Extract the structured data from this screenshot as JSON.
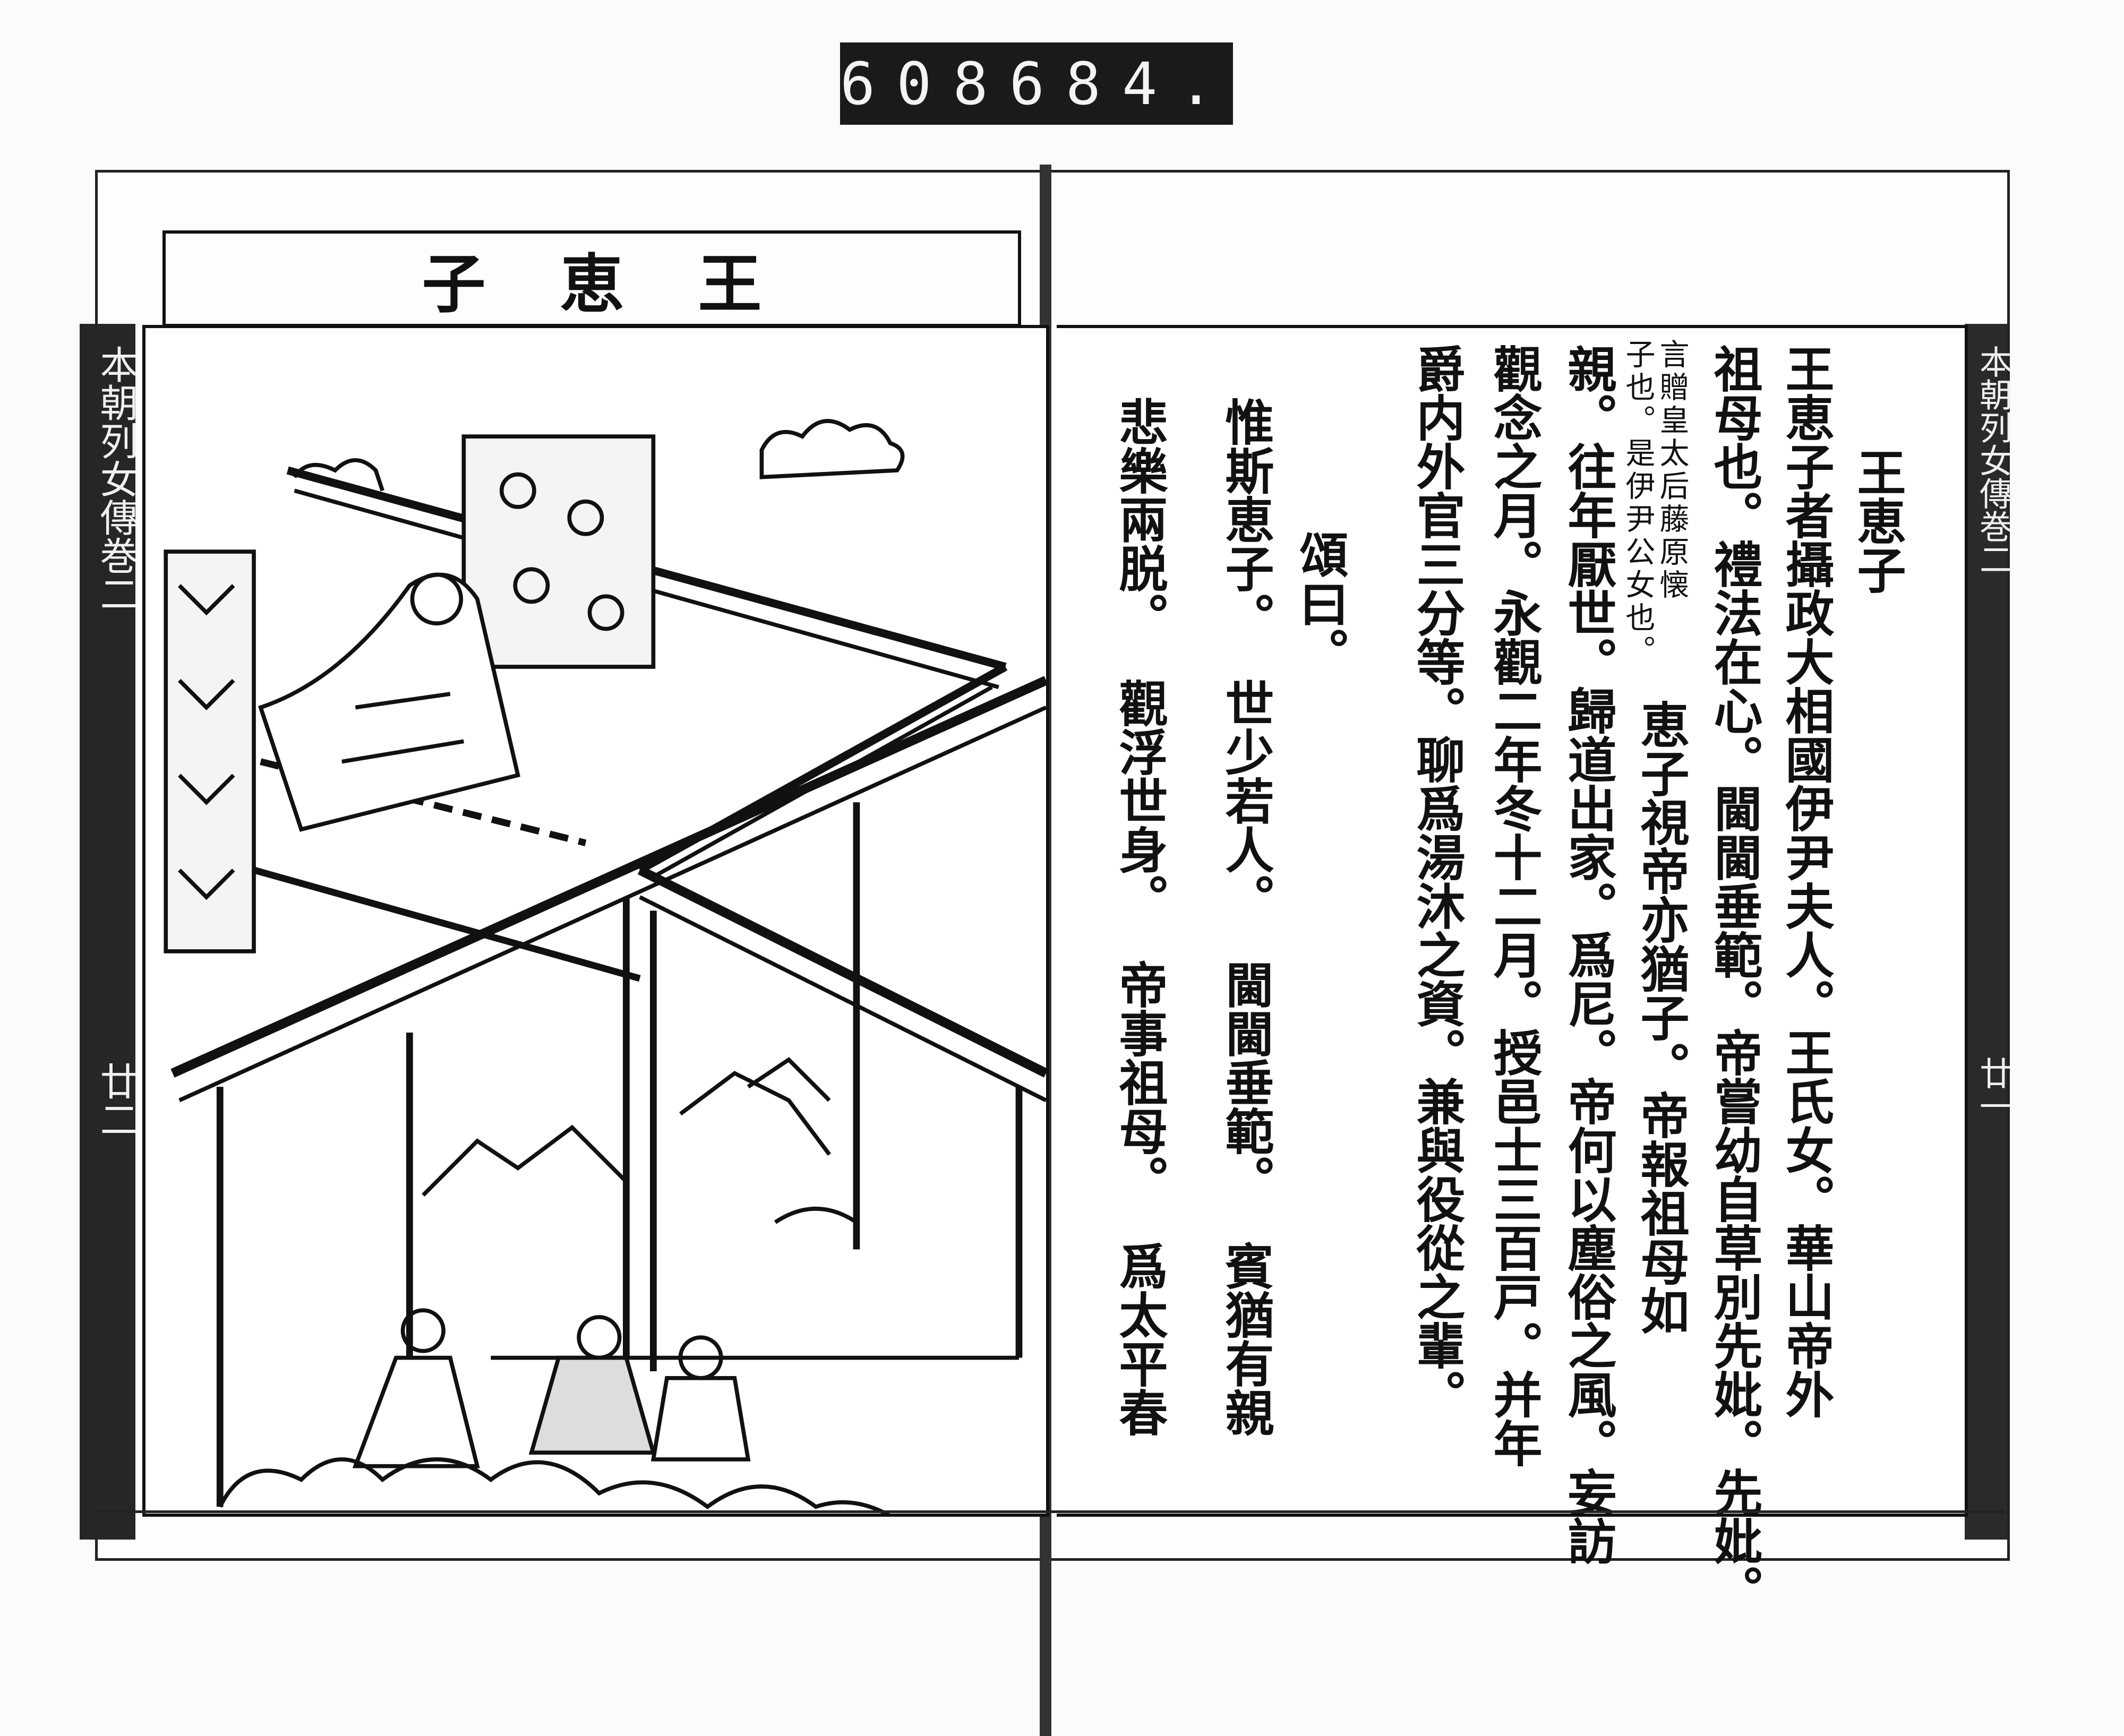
{
  "counter": {
    "left": "608",
    "right": "684."
  },
  "left_page": {
    "title_chars": [
      "王",
      "恵",
      "子"
    ],
    "spine_title": "本朝列女傳巻二",
    "spine_page": "廿二"
  },
  "right_page": {
    "spine_title": "本朝列女傳巻二",
    "spine_page": "廿一",
    "heading": "王恵子",
    "columns": [
      "王恵子者攝政大相國伊尹夫人。王氏女。華山帝外",
      "祖母也。禮法在心。閫閫垂範。帝嘗幼自草別先妣。先妣。"
    ],
    "note_lines": [
      "言贈皇太后藤原懐",
      "子也。是伊尹公女也。"
    ],
    "columns_after_note": [
      "恵子視帝亦猶子。帝報祖母如",
      "親。往年厭世。歸道出家。爲尼。帝何以塵俗之風。妄訪",
      "觀念之月。永觀二年冬十二月。授邑士三百戸。并年",
      "爵内外官三分等。聊爲湯沐之資。兼與役從之輩。"
    ],
    "verse_heading": "頌曰。",
    "verse_columns": [
      [
        "惟斯恵子。",
        "世少若人。",
        "閫閫垂範。",
        "賓猶有親"
      ],
      [
        "悲樂兩脱。",
        "觀浮世身。",
        "帝事祖母。",
        "爲太平春"
      ]
    ]
  }
}
